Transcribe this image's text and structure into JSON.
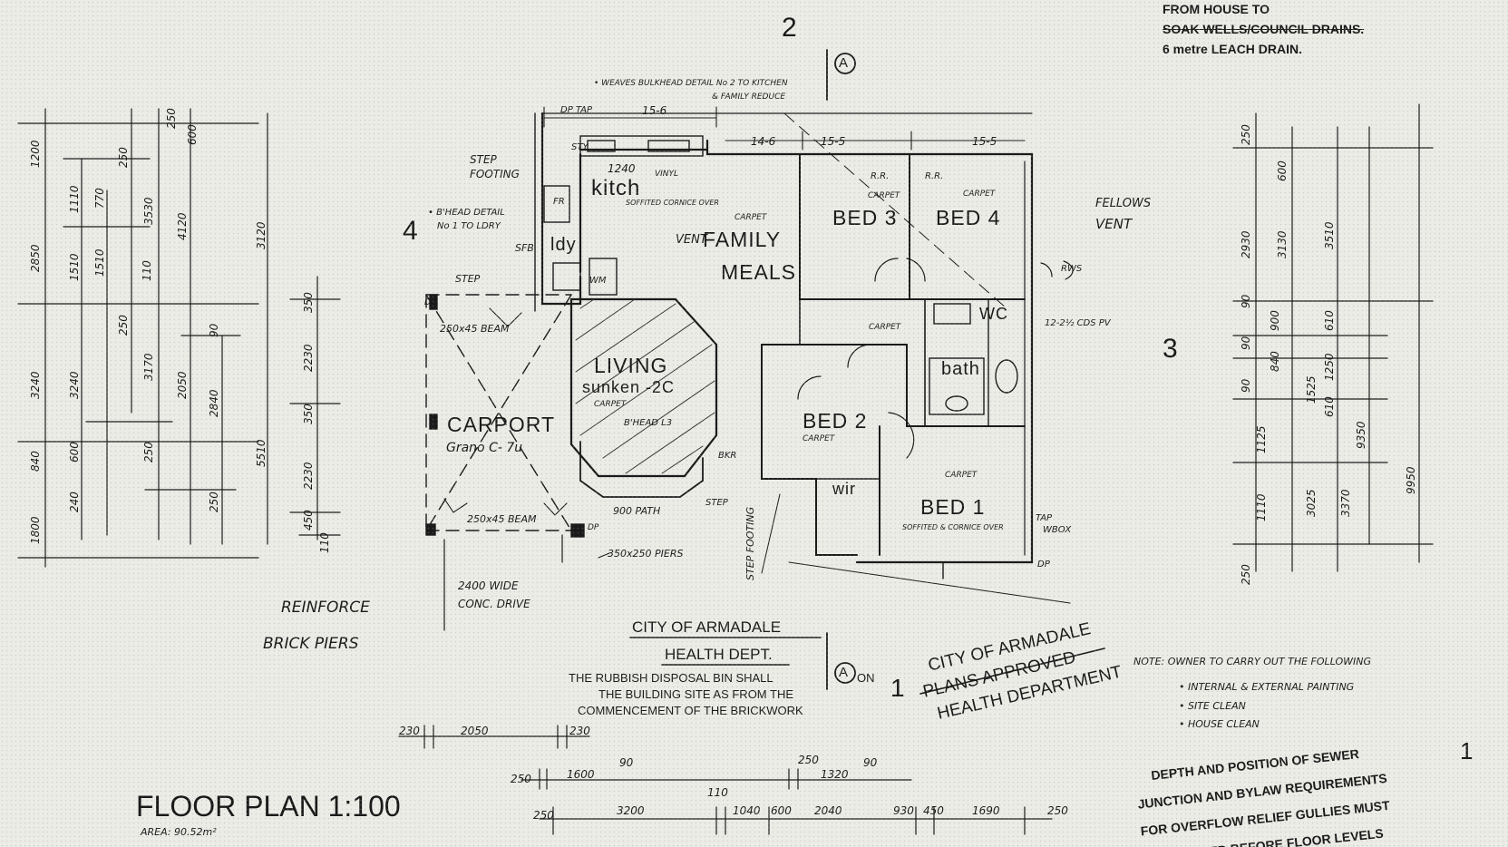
{
  "header_notes": {
    "line1": "FROM HOUSE TO",
    "line2": "SOAK WELLS/COUNCIL DRAINS.",
    "line3": "6 metre LEACH DRAIN."
  },
  "markers": {
    "elev_top": "2",
    "elev_left": "4",
    "elev_right": "3",
    "elev_bottom": "1",
    "page_number": "1",
    "section_a": "A"
  },
  "rooms": {
    "kitchen": "kitch",
    "family": "FAMILY",
    "meals": "MEALS",
    "living": "LIVING",
    "living_sub": "sunken -2C",
    "carport": "CARPORT",
    "carport_sub": "Grano C- 7u",
    "bed1": "BED 1",
    "bed2": "BED 2",
    "bed3": "BED 3",
    "bed4": "BED 4",
    "bath": "bath",
    "wc": "WC",
    "wir": "wir",
    "ldy": "ldy"
  },
  "plan_notes": {
    "top_note1": "• WEAVES BULKHEAD DETAIL No 2 TO KITCHEN",
    "top_note2": "& FAMILY REDUCE",
    "step_footing_1": "STEP",
    "step_footing_2": "FOOTING",
    "bhead_1": "• B'HEAD DETAIL",
    "bhead_2": "No 1 TO LDRY",
    "sfb": "SFB",
    "step": "STEP",
    "beam_top": "250x45 BEAM",
    "beam_bottom": "250x45 BEAM",
    "piers": "350x250 PIERS",
    "drive_1": "2400 WIDE",
    "drive_2": "CONC. DRIVE",
    "reinforce_1": "REINFORCE",
    "reinforce_2": "BRICK PIERS",
    "vent": "VENT",
    "fellows_vent_1": "FELLOWS",
    "fellows_vent_2": "VENT",
    "carpet": "CARPET",
    "vinyl": "VINYL",
    "rr": "R.R.",
    "path": "900 PATH",
    "step2": "STEP",
    "bhead_l3": "B'HEAD L3",
    "step_footing_v": "STEP FOOTING",
    "pv": "12-2½ CDS PV",
    "dp": "DP",
    "tap": "TAP",
    "wbox": "WBOX",
    "rws": "RWS",
    "soffit": "SOFFITED & CORNICE OVER",
    "soffit_cornice": "SOFFITED CORNICE OVER",
    "dp_tap": "DP TAP",
    "sty": "STY",
    "fr": "FR",
    "wm": "WM",
    "bkr": "BKR"
  },
  "dims": {
    "top_1": "15-6",
    "top_2": "15-5",
    "top_3": "15-5",
    "top_4": "14-6",
    "top_5": "1240",
    "left_col1": [
      "1200",
      "2850",
      "3240",
      "840",
      "1800"
    ],
    "left_col2": [
      "1110",
      "1510",
      "3240",
      "600",
      "240"
    ],
    "left_col3": [
      "770",
      "1510",
      "3170",
      "250"
    ],
    "left_col4": [
      "250",
      "3530",
      "110",
      "250"
    ],
    "left_col5": [
      "250",
      "4120",
      "2050",
      "2840",
      "250"
    ],
    "left_col6": [
      "600",
      "90"
    ],
    "left_overall_1": "3120",
    "left_overall_2": "5510",
    "left_overall_3": "350",
    "left_overall_4": "2230",
    "left_overall_5": "350",
    "left_overall_6": "2230",
    "left_overall_7": "450",
    "left_overall_8": "110",
    "right_col1": [
      "250",
      "2930",
      "90",
      "90",
      "90",
      "1125",
      "1110",
      "250"
    ],
    "right_col2": [
      "600",
      "3130",
      "900",
      "840",
      "1525",
      "3025"
    ],
    "right_col3": [
      "3510",
      "610",
      "1250",
      "610",
      "3370"
    ],
    "right_overall": "9350",
    "right_overall_2": "9950",
    "bottom_row1": [
      "230",
      "2050",
      "230"
    ],
    "bottom_row2": [
      "250",
      "1600",
      "90",
      "250",
      "1320",
      "90"
    ],
    "bottom_row3": [
      "250",
      "3200",
      "110",
      "1040",
      "600",
      "2040",
      "930",
      "450",
      "1690",
      "250"
    ]
  },
  "stamps": {
    "armadale_1": "CITY OF ARMADALE",
    "armadale_2": "HEALTH DEPT.",
    "rubbish_1": "THE RUBBISH DISPOSAL BIN SHALL",
    "rubbish_on": "ON",
    "rubbish_2": "THE BUILDING SITE AS FROM THE",
    "rubbish_3": "COMMENCEMENT OF THE BRICKWORK",
    "approved_1": "CITY OF ARMADALE",
    "approved_2": "PLANS APPROVED",
    "approved_3": "HEALTH DEPARTMENT"
  },
  "owner_note": {
    "title": "NOTE: OWNER TO CARRY OUT THE FOLLOWING",
    "items": [
      "• INTERNAL & EXTERNAL PAINTING",
      "• SITE CLEAN",
      "• HOUSE CLEAN"
    ]
  },
  "sewer_note": {
    "line1": "DEPTH AND POSITION OF SEWER",
    "line2": "JUNCTION AND BYLAW REQUIREMENTS",
    "line3": "FOR OVERFLOW RELIEF GULLIES MUST",
    "line4": "BE CHECKED BEFORE FLOOR LEVELS"
  },
  "floor_plan": {
    "title": "FLOOR PLAN  1:100",
    "area": "AREA: 90.52m²"
  }
}
